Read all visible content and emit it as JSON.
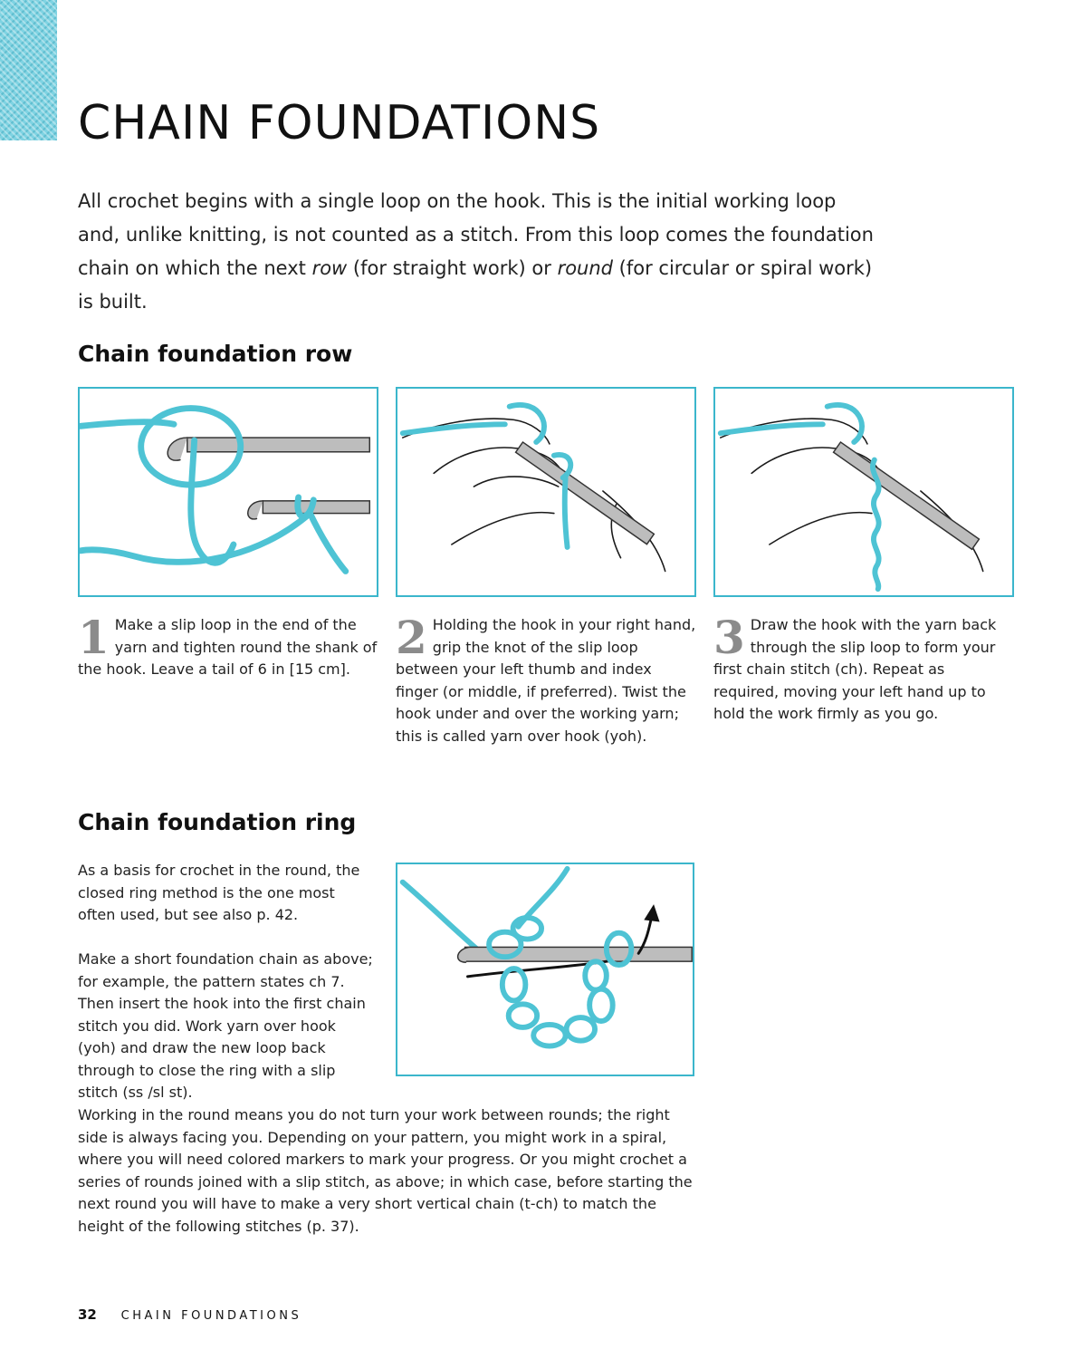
{
  "page_title": "CHAIN FOUNDATIONS",
  "intro": {
    "part1": "All crochet begins with a single loop on the hook. This is the initial working loop and, unlike knitting, is not counted as a stitch. From this loop comes the foundation chain on which the next ",
    "em1": "row",
    "part2": " (for straight work) or ",
    "em2": "round",
    "part3": " (for circular or spiral work) is built."
  },
  "section_row": {
    "heading": "Chain foundation row",
    "steps": [
      {
        "num": "1",
        "text": "Make a slip loop in the end of the yarn and tighten round the shank of the hook. Leave a tail of 6 in [15 cm]."
      },
      {
        "num": "2",
        "text": "Holding the hook in your right hand, grip the knot of the slip loop between your left thumb and index finger (or middle, if preferred). Twist the hook under and over the working yarn; this is called yarn over hook (yoh)."
      },
      {
        "num": "3",
        "text": "Draw the hook with the yarn back through the slip loop to form your first chain stitch (ch). Repeat as required, moving your left hand up to hold the work firmly as you go."
      }
    ]
  },
  "section_ring": {
    "heading": "Chain foundation ring",
    "para1": "As a basis for crochet in the round, the closed ring method is the one most often used, but see also p. 42.",
    "para2": "Make a short foundation chain as above; for example, the pattern states ch 7. Then insert the hook into the first chain stitch you did. Work yarn over hook (yoh) and draw the new loop back through to close the ring with a slip stitch (ss /sl st).",
    "para3": "Working in the round means you do not turn your work between rounds; the right side is always facing you. Depending on your pattern, you might work in a spiral, where you will need colored markers to mark your progress. Or you might crochet a series of rounds joined with a slip stitch, as above; in which case, before starting the next round you will have to make a very short vertical chain (t-ch) to match the height of the following stitches (p. 37)."
  },
  "footer": {
    "page_number": "32",
    "running_head": "CHAIN FOUNDATIONS"
  },
  "colors": {
    "accent": "#3bb6cc",
    "yarn": "#4ec3d4",
    "hook": "#bdbdbd",
    "step_number": "#8b8b8b"
  }
}
